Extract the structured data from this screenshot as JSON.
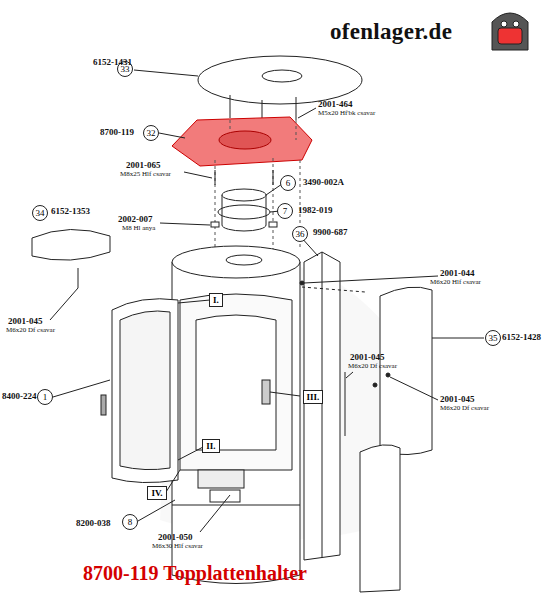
{
  "diagram": {
    "title": "8700-119 Topplattenhalter",
    "nodes": [
      {
        "text": [
          "33"
        ]
      },
      {
        "text": [
          "32"
        ]
      },
      {
        "text": [
          "6"
        ]
      },
      {
        "text": [
          "7"
        ]
      },
      {
        "text": [
          "36"
        ]
      },
      {
        "text": [
          "34"
        ]
      },
      {
        "text": [
          "I."
        ]
      },
      {
        "text": [
          "35"
        ]
      },
      {
        "text": [
          "1"
        ]
      },
      {
        "text": [
          "III."
        ]
      },
      {
        "text": [
          "II."
        ]
      },
      {
        "text": [
          "IV."
        ]
      },
      {
        "text": [
          "8"
        ]
      }
    ],
    "labels": [
      "ofenlager.de",
      "6152-1431",
      "2001-464",
      "M5x20 Hf'bk csavar",
      "8700-119",
      "2001-065",
      "M8x25 Hlf csavar",
      "3490-002A",
      "1982-019",
      "6152-1353",
      "2002-007",
      "M8 Hl anya",
      "9900-687",
      "2001-044",
      "M6x20 Hlf csavar",
      "2001-045",
      "M6x20 Df csavar",
      "6152-1428",
      "2001-045",
      "M6x20 Df csavar",
      "2001-045",
      "M6x20 Df csavar",
      "8400-224",
      "8200-038",
      "2001-050",
      "M6x30 Hlf csavar"
    ]
  }
}
